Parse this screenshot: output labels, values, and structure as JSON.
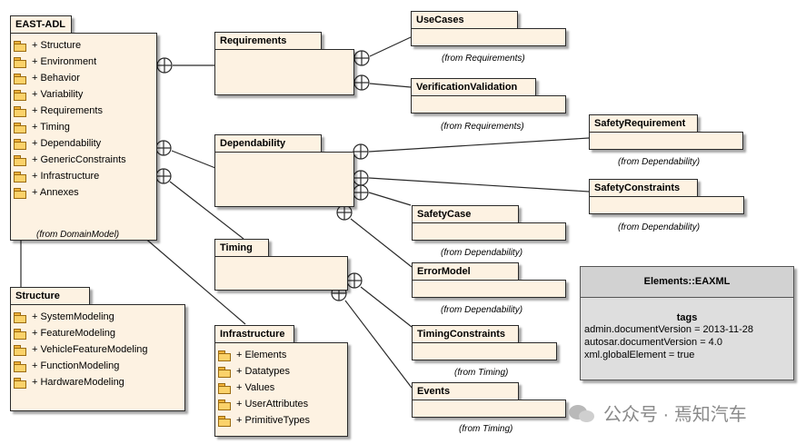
{
  "packages": {
    "east_adl": {
      "name": "EAST-ADL",
      "items": [
        "+ Structure",
        "+ Environment",
        "+ Behavior",
        "+ Variability",
        "+ Requirements",
        "+ Timing",
        "+ Dependability",
        "+ GenericConstraints",
        "+ Infrastructure",
        "+ Annexes"
      ],
      "from": "(from DomainModel)"
    },
    "structure": {
      "name": "Structure",
      "items": [
        "+ SystemModeling",
        "+ FeatureModeling",
        "+ VehicleFeatureModeling",
        "+ FunctionModeling",
        "+ HardwareModeling"
      ]
    },
    "requirements": {
      "name": "Requirements"
    },
    "dependability": {
      "name": "Dependability"
    },
    "timing": {
      "name": "Timing"
    },
    "infrastructure": {
      "name": "Infrastructure",
      "items": [
        "+ Elements",
        "+ Datatypes",
        "+ Values",
        "+ UserAttributes",
        "+ PrimitiveTypes"
      ]
    },
    "use_cases": {
      "name": "UseCases",
      "from": "(from Requirements)"
    },
    "verification_validation": {
      "name": "VerificationValidation",
      "from": "(from Requirements)"
    },
    "safety_requirement": {
      "name": "SafetyRequirement",
      "from": "(from Dependability)"
    },
    "safety_constraints": {
      "name": "SafetyConstraints",
      "from": "(from Dependability)"
    },
    "safety_case": {
      "name": "SafetyCase",
      "from": "(from Dependability)"
    },
    "error_model": {
      "name": "ErrorModel",
      "from": "(from Dependability)"
    },
    "timing_constraints": {
      "name": "TimingConstraints",
      "from": "(from Timing)"
    },
    "events": {
      "name": "Events",
      "from": "(from Timing)"
    }
  },
  "note": {
    "title": "Elements::EAXML",
    "tags_label": "tags",
    "lines": [
      "admin.documentVersion = 2013-11-28",
      "autosar.documentVersion = 4.0",
      "xml.globalElement = true"
    ]
  },
  "watermark": {
    "text": "公众号 · 焉知汽车"
  },
  "colors": {
    "package_fill": "#fdf2e2",
    "note_fill": "#dedede",
    "folder_icon": "#fbd26a",
    "line": "#2a2a2a"
  }
}
